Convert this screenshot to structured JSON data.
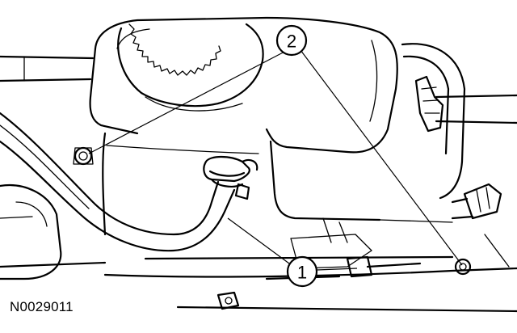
{
  "callouts": [
    {
      "id": "callout-1",
      "label": "1"
    },
    {
      "id": "callout-2",
      "label": "2"
    }
  ],
  "figure_id": "N0029011"
}
